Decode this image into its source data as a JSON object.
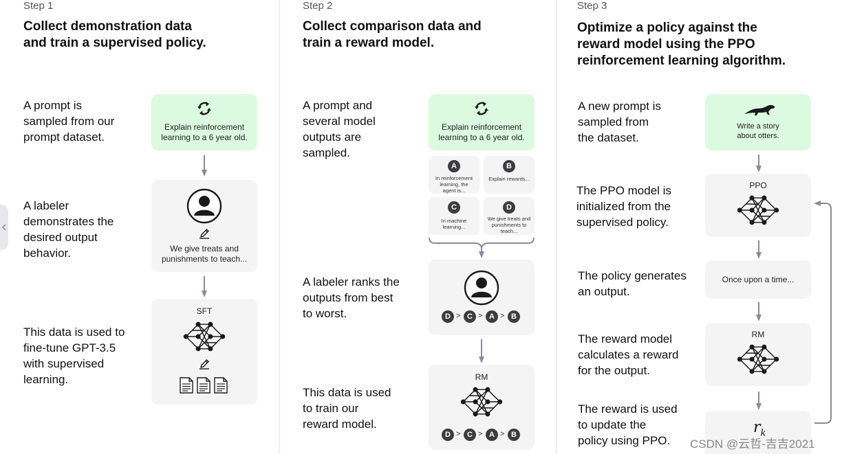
{
  "steps": [
    {
      "label": "Step 1",
      "title_lines": [
        "Collect demonstration data",
        "and train a supervised policy."
      ],
      "descriptions": [
        [
          "A prompt is",
          "sampled from our",
          "prompt dataset."
        ],
        [
          "A labeler",
          "demonstrates the",
          "desired output",
          "behavior."
        ],
        [
          "This data is used to",
          "fine-tune GPT-3.5",
          "with supervised",
          "learning."
        ]
      ],
      "prompt_lines": [
        "Explain reinforcement",
        "learning to a 6 year old."
      ],
      "demo_lines": [
        "We give treats and",
        "punishments to teach..."
      ],
      "model_label": "SFT"
    },
    {
      "label": "Step 2",
      "title_lines": [
        "Collect comparison data and",
        "train a reward model."
      ],
      "descriptions": [
        [
          "A prompt and",
          "several model",
          "outputs are",
          "sampled."
        ],
        [
          "A labeler ranks the",
          "outputs from best",
          "to worst."
        ],
        [
          "This data is used",
          "to train our",
          "reward model."
        ]
      ],
      "prompt_lines": [
        "Explain reinforcement",
        "learning to a 6 year old."
      ],
      "outputs": [
        {
          "letter": "A",
          "lines": [
            "In reinforcement",
            "learning, the",
            "agent is..."
          ]
        },
        {
          "letter": "B",
          "lines": [
            "Explain rewards..."
          ]
        },
        {
          "letter": "C",
          "lines": [
            "In machine",
            "learning..."
          ]
        },
        {
          "letter": "D",
          "lines": [
            "We give treats and",
            "punishments to",
            "teach..."
          ]
        }
      ],
      "ranking": [
        "D",
        "C",
        "A",
        "B"
      ],
      "ranking_sep": ">",
      "model_label": "RM"
    },
    {
      "label": "Step 3",
      "title_lines": [
        "Optimize a policy against the",
        "reward model using the PPO",
        "reinforcement learning algorithm."
      ],
      "descriptions": [
        [
          "A new prompt is",
          "sampled from",
          "the dataset."
        ],
        [
          "The PPO model is",
          "initialized from the",
          "supervised policy."
        ],
        [
          "The policy generates",
          "an output."
        ],
        [
          "The reward model",
          "calculates a reward",
          "for the output."
        ],
        [
          "The reward is used",
          "to update the",
          "policy using PPO."
        ]
      ],
      "prompt_lines": [
        "Write a story",
        "about otters."
      ],
      "ppo_label": "PPO",
      "output_text": "Once upon a time...",
      "rm_label": "RM",
      "reward_symbol": "r",
      "reward_subscript": "k"
    }
  ],
  "watermark": "CSDN @云哲-吉吉2021",
  "colors": {
    "prompt_box": "#dcfadf",
    "card": "#f4f4f4",
    "arrow": "#8a8a9a",
    "dark": "#3d3d40"
  },
  "icons": {
    "prompt_refresh": "refresh-arrows-icon",
    "otter": "otter-icon",
    "labeler": "person-icon",
    "pencil": "pencil-icon",
    "document": "document-icon",
    "network": "neural-network-icon"
  }
}
